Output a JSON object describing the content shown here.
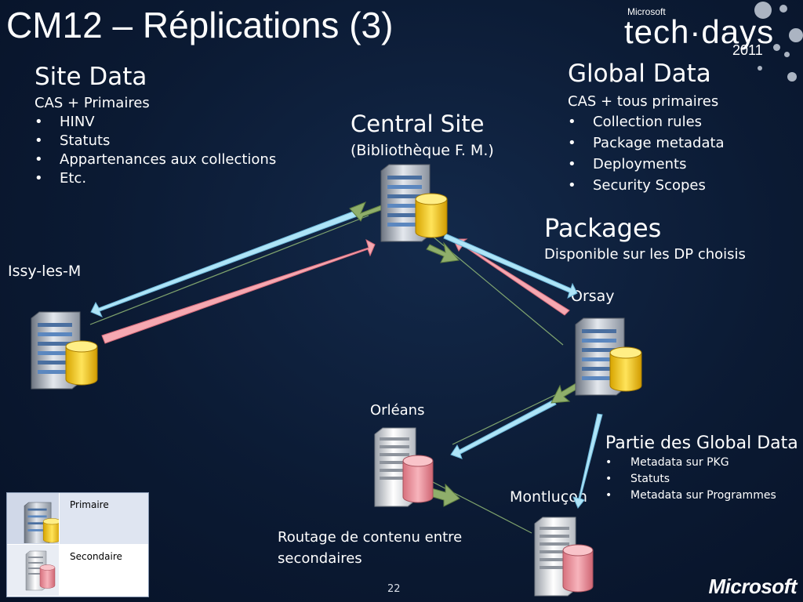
{
  "slide": {
    "title": "CM12 – Réplications (3)",
    "page_number": "22"
  },
  "logo": {
    "vendor": "Microsoft",
    "event": "tech·days",
    "year": "2011",
    "brand": "Microsoft"
  },
  "site_data": {
    "heading": "Site Data",
    "subtitle": "CAS + Primaires",
    "items": [
      "HINV",
      "Statuts",
      "Appartenances aux collections",
      "Etc."
    ]
  },
  "central_site": {
    "heading": "Central Site",
    "subtitle": "(Bibliothèque F. M.)"
  },
  "global_data": {
    "heading": "Global Data",
    "subtitle": "CAS + tous primaires",
    "items": [
      "Collection rules",
      "Package metadata",
      "Deployments",
      "Security Scopes"
    ]
  },
  "packages": {
    "heading": "Packages",
    "subtitle": "Disponible sur les DP choisis"
  },
  "partie_global": {
    "heading": "Partie des Global Data",
    "items": [
      "Metadata sur PKG",
      "Statuts",
      "Metadata sur Programmes"
    ]
  },
  "sites": {
    "issy": "Issy-les-M",
    "orsay": "Orsay",
    "orleans": "Orléans",
    "montlucon": "Montluçon"
  },
  "routage_note": {
    "line1": "Routage de contenu entre",
    "line2": "secondaires"
  },
  "legend": {
    "primary_label": "Primaire",
    "secondary_label": "Secondaire"
  },
  "colors": {
    "background": "#0b1a33",
    "site_data_arrow": "#f2a3ac",
    "global_data_arrow": "#a9dff5",
    "package_arrow": "#8fae6b",
    "primary_db": "#f2c418",
    "secondary_db": "#e98a95"
  }
}
